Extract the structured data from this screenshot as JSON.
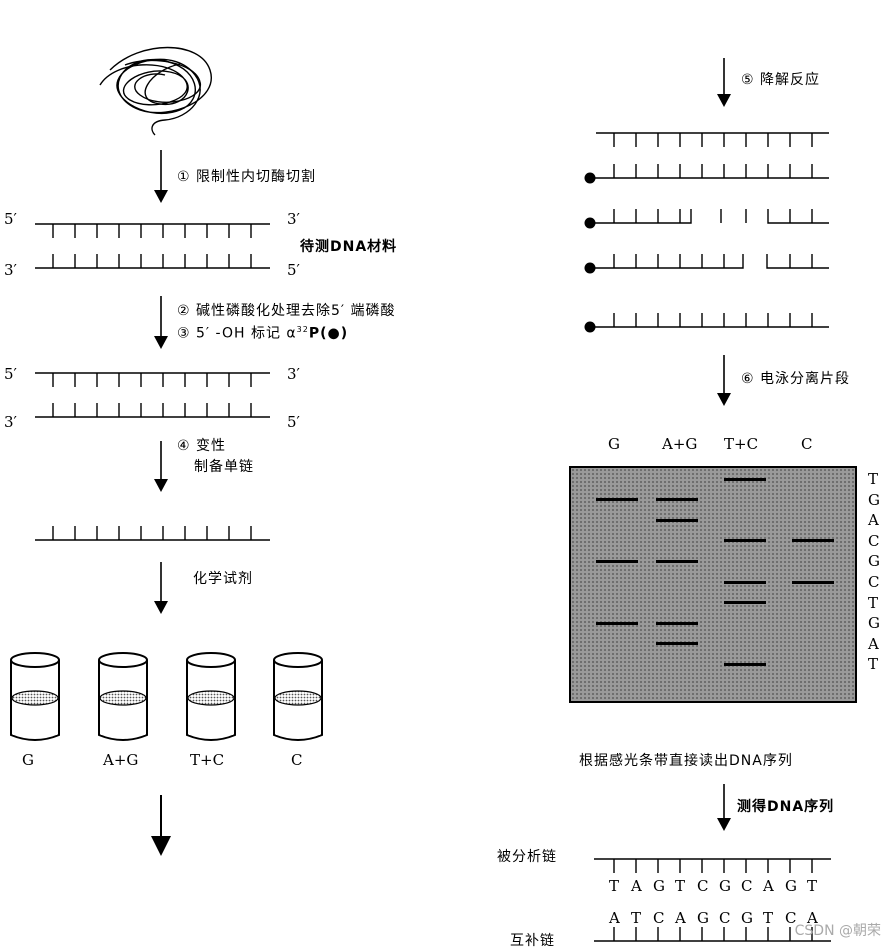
{
  "steps": {
    "s1": "① 限制性内切酶切割",
    "s2": "② 碱性磷酸化处理去除5′ 端磷酸",
    "s3_prefix": "③ 5′ -OH 标记 α",
    "s3_sup": "32",
    "s3_suffix": "P(●)",
    "s4_line1": "④ 变性",
    "s4_line2": "制备单链",
    "chem": "化学试剂",
    "s5": "⑤ 降解反应",
    "s6": "⑥ 电泳分离片段",
    "read": "根据感光条带直接读出DNA序列",
    "measured": "测得DNA序列"
  },
  "dna_material_label": "待测DNA材料",
  "ends": {
    "five": "5′",
    "three": "3′"
  },
  "tubes": [
    "G",
    "A+G",
    "T+C",
    "C"
  ],
  "gel": {
    "lanes": [
      "G",
      "A+G",
      "T+C",
      "C"
    ],
    "sequence_read": [
      "T",
      "G",
      "A",
      "C",
      "G",
      "C",
      "T",
      "G",
      "A",
      "T"
    ]
  },
  "analyzed_strand": {
    "label": "被分析链",
    "bases": [
      "T",
      "A",
      "G",
      "T",
      "C",
      "G",
      "C",
      "A",
      "G",
      "T"
    ]
  },
  "complement_strand": {
    "label": "互补链",
    "bases": [
      "A",
      "T",
      "C",
      "A",
      "G",
      "C",
      "G",
      "T",
      "C",
      "A"
    ]
  },
  "watermark": "CSDN @朝荣"
}
